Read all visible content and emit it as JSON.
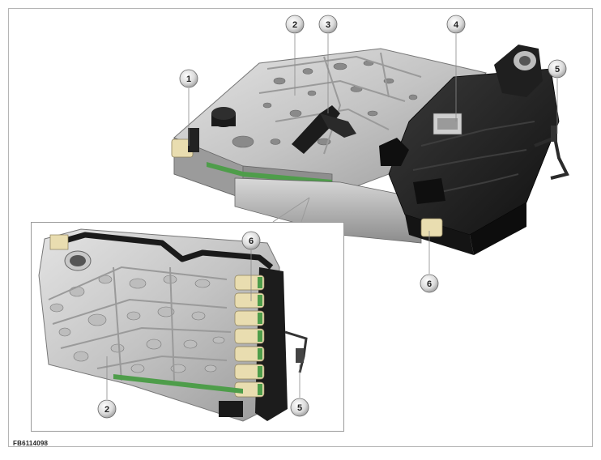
{
  "figure": {
    "reference_code": "FB6114098"
  },
  "callouts": [
    {
      "id": "c1",
      "label": "1"
    },
    {
      "id": "c2a",
      "label": "2"
    },
    {
      "id": "c3",
      "label": "3"
    },
    {
      "id": "c4",
      "label": "4"
    },
    {
      "id": "c5a",
      "label": "5"
    },
    {
      "id": "c6a",
      "label": "6"
    },
    {
      "id": "c6b",
      "label": "6"
    },
    {
      "id": "c2b",
      "label": "2"
    },
    {
      "id": "c5b",
      "label": "5"
    }
  ],
  "colors": {
    "frame": "#b5b5b5",
    "aluminium_light": "#d2d2d2",
    "aluminium_mid": "#aaaaaa",
    "aluminium_dark": "#7a7a7a",
    "black_plastic": "#1e1e1e",
    "solenoid_green": "#4e9d4a",
    "solenoid_cream": "#e9ddb0"
  }
}
